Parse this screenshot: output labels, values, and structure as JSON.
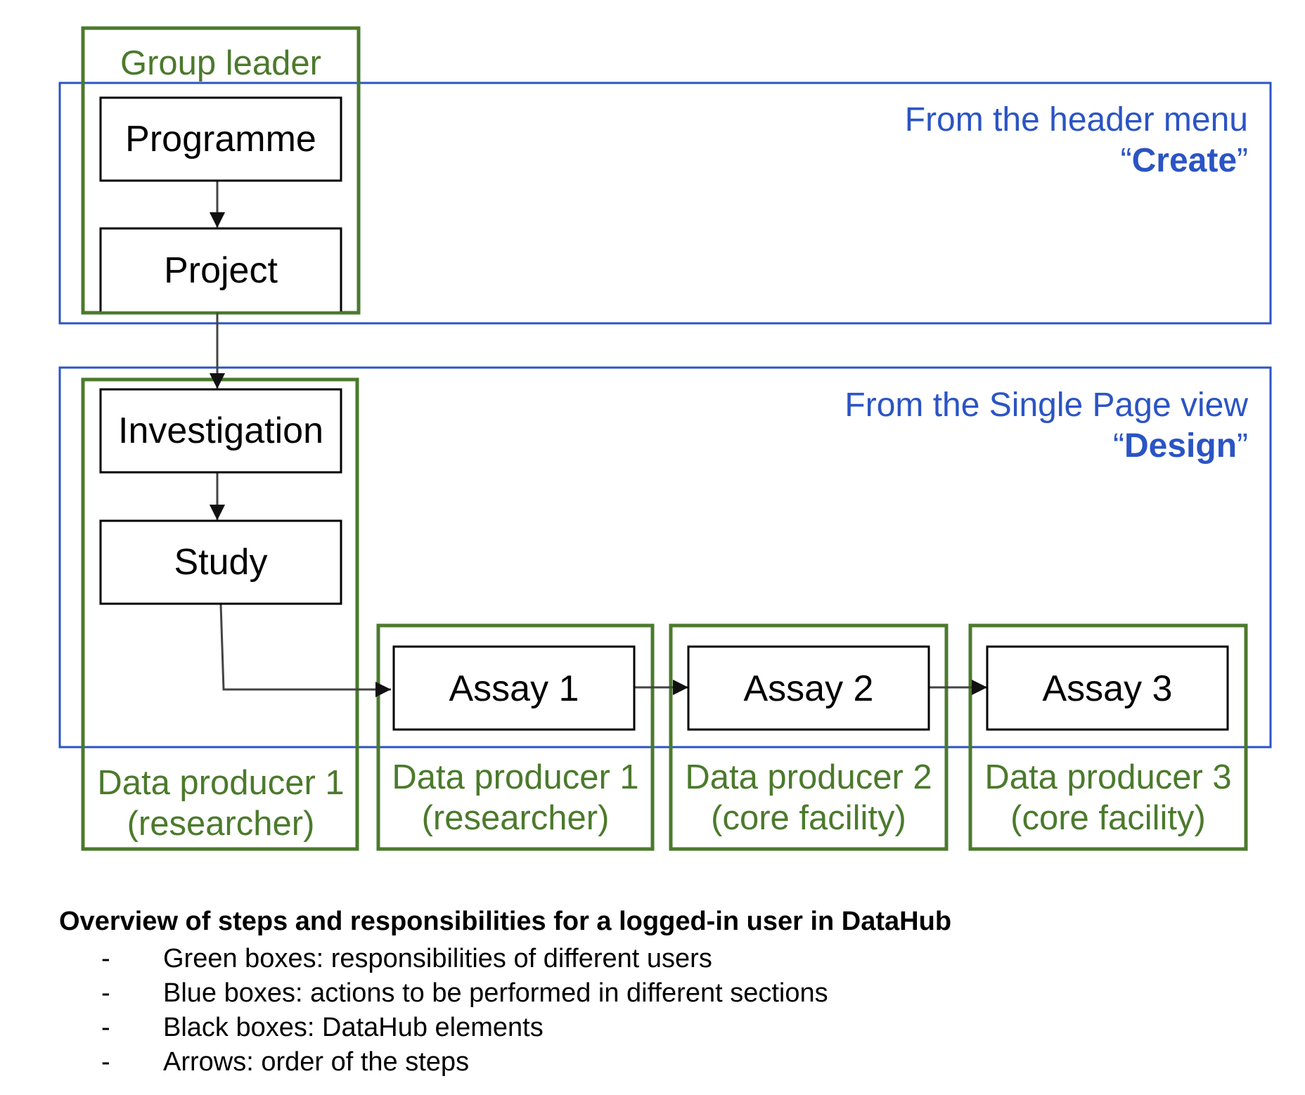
{
  "colors": {
    "green": "#4b7a2c",
    "blue": "#2b54c4",
    "black": "#000000",
    "arrow": "#444444"
  },
  "sections": [
    {
      "id": "create",
      "line1": "From the header menu",
      "quote_open": "“",
      "action": "Create",
      "quote_close": "”"
    },
    {
      "id": "design",
      "line1": "From the Single Page view",
      "quote_open": "“",
      "action": "Design",
      "quote_close": "”"
    }
  ],
  "roles": [
    {
      "id": "group-leader",
      "lines": [
        "Group leader"
      ]
    },
    {
      "id": "dp1-left",
      "lines": [
        "Data producer 1",
        "(researcher)"
      ]
    },
    {
      "id": "dp1-assay",
      "lines": [
        "Data producer 1",
        "(researcher)"
      ]
    },
    {
      "id": "dp2",
      "lines": [
        "Data producer 2",
        "(core facility)"
      ]
    },
    {
      "id": "dp3",
      "lines": [
        "Data producer 3",
        "(core facility)"
      ]
    }
  ],
  "nodes": [
    {
      "id": "programme",
      "label": "Programme"
    },
    {
      "id": "project",
      "label": "Project"
    },
    {
      "id": "investigation",
      "label": "Investigation"
    },
    {
      "id": "study",
      "label": "Study"
    },
    {
      "id": "assay-1",
      "label": "Assay 1"
    },
    {
      "id": "assay-2",
      "label": "Assay 2"
    },
    {
      "id": "assay-3",
      "label": "Assay 3"
    }
  ],
  "edges": [
    {
      "from": "programme",
      "to": "project"
    },
    {
      "from": "project",
      "to": "investigation"
    },
    {
      "from": "investigation",
      "to": "study"
    },
    {
      "from": "study",
      "to": "assay-1"
    },
    {
      "from": "assay-1",
      "to": "assay-2"
    },
    {
      "from": "assay-2",
      "to": "assay-3"
    }
  ],
  "caption": {
    "title": "Overview of steps and responsibilities for a logged-in user in DataHub",
    "bullets": [
      {
        "dash": "-",
        "text": "Green boxes: responsibilities of different users"
      },
      {
        "dash": "-",
        "text": "Blue boxes: actions to be performed in different sections"
      },
      {
        "dash": "-",
        "text": "Black boxes: DataHub elements"
      },
      {
        "dash": "-",
        "text": "Arrows: order of the steps"
      }
    ]
  }
}
